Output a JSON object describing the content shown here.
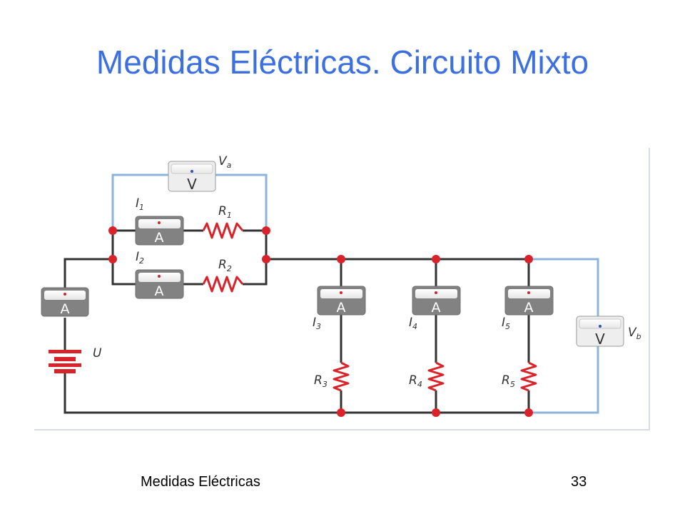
{
  "slide": {
    "title": "Medidas Eléctricas. Circuito Mixto",
    "footer_left": "Medidas Eléctricas",
    "page_number": "33"
  },
  "diagram": {
    "wire_color": "#333333",
    "voltmeter_wire_color": "#8eb3db",
    "node_color": "#d9232a",
    "resistor_color": "#d9232a",
    "ammeter_symbol": "A",
    "voltmeter_symbol": "V",
    "labels": {
      "Va": {
        "main": "V",
        "sub": "a"
      },
      "Vb": {
        "main": "V",
        "sub": "b"
      },
      "I1": {
        "main": "I",
        "sub": "1"
      },
      "I2": {
        "main": "I",
        "sub": "2"
      },
      "I3": {
        "main": "I",
        "sub": "3"
      },
      "I4": {
        "main": "I",
        "sub": "4"
      },
      "I5": {
        "main": "I",
        "sub": "5"
      },
      "R1": {
        "main": "R",
        "sub": "1"
      },
      "R2": {
        "main": "R",
        "sub": "2"
      },
      "R3": {
        "main": "R",
        "sub": "3"
      },
      "R4": {
        "main": "R",
        "sub": "4"
      },
      "R5": {
        "main": "R",
        "sub": "5"
      },
      "U": "U"
    }
  }
}
